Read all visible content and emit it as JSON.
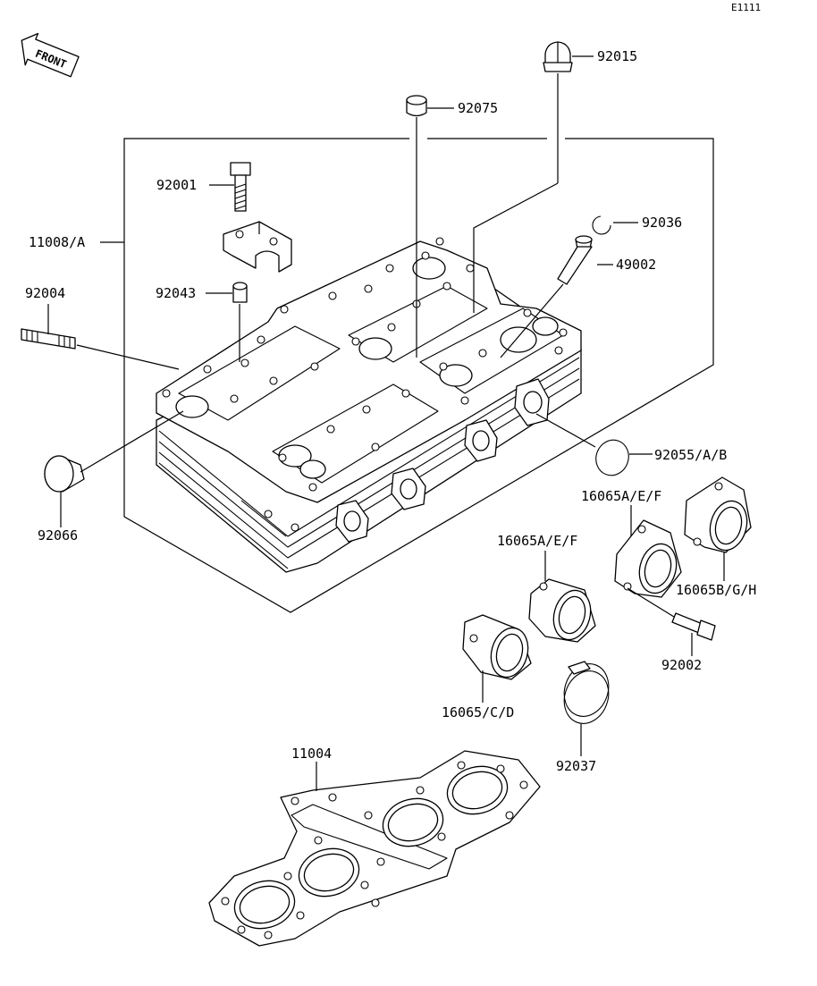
{
  "diagram_code": "E1111",
  "front_label": "FRONT",
  "parts": {
    "p92015": "92015",
    "p92075": "92075",
    "p92001": "92001",
    "p92036": "92036",
    "p11008": "11008/A",
    "p49002": "49002",
    "p92004": "92004",
    "p92043": "92043",
    "p92055": "92055/A/B",
    "p16065aef_right": "16065A/E/F",
    "p16065aef_left": "16065A/E/F",
    "p16065bgh": "16065B/G/H",
    "p92066": "92066",
    "p92002": "92002",
    "p16065cd": "16065/C/D",
    "p92037": "92037",
    "p11004": "11004"
  }
}
